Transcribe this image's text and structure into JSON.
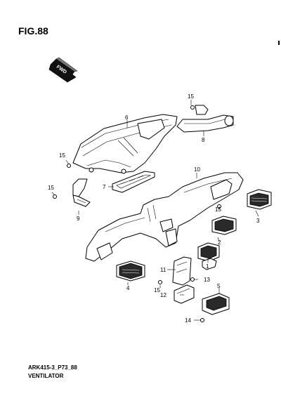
{
  "figure": {
    "title": "FIG.88",
    "code": "ARK415-3_P73_88",
    "name": "VENTILATOR"
  },
  "fwd_label": "FWD",
  "callouts": [
    {
      "id": "c1",
      "text": "1"
    },
    {
      "id": "c2",
      "text": "2"
    },
    {
      "id": "c3",
      "text": "3"
    },
    {
      "id": "c4",
      "text": "4"
    },
    {
      "id": "c5",
      "text": "5"
    },
    {
      "id": "c6",
      "text": "6"
    },
    {
      "id": "c7",
      "text": "7"
    },
    {
      "id": "c8",
      "text": "8"
    },
    {
      "id": "c9",
      "text": "9"
    },
    {
      "id": "c10",
      "text": "10"
    },
    {
      "id": "c11",
      "text": "11"
    },
    {
      "id": "c12",
      "text": "12"
    },
    {
      "id": "c13",
      "text": "13"
    },
    {
      "id": "c14",
      "text": "14"
    },
    {
      "id": "c15a",
      "text": "15"
    },
    {
      "id": "c15b",
      "text": "15"
    },
    {
      "id": "c15c",
      "text": "15"
    },
    {
      "id": "c15d",
      "text": "15"
    },
    {
      "id": "c15e",
      "text": "15"
    }
  ]
}
